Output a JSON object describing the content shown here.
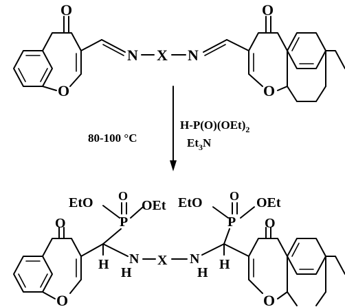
{
  "atoms": {
    "oxygen": "O",
    "nitrogen": "N",
    "phosphorus": "P",
    "hydrogen": "H",
    "linker": "X",
    "ethoxy_left": "EtO",
    "ethoxy_right": "OEt"
  },
  "conditions": {
    "temperature": "80-100 °C",
    "reagent_main": "H-P(O)(OEt)",
    "reagent_subscript": "2",
    "base_main": "Et",
    "base_subscript": "3",
    "base_suffix": "N"
  }
}
